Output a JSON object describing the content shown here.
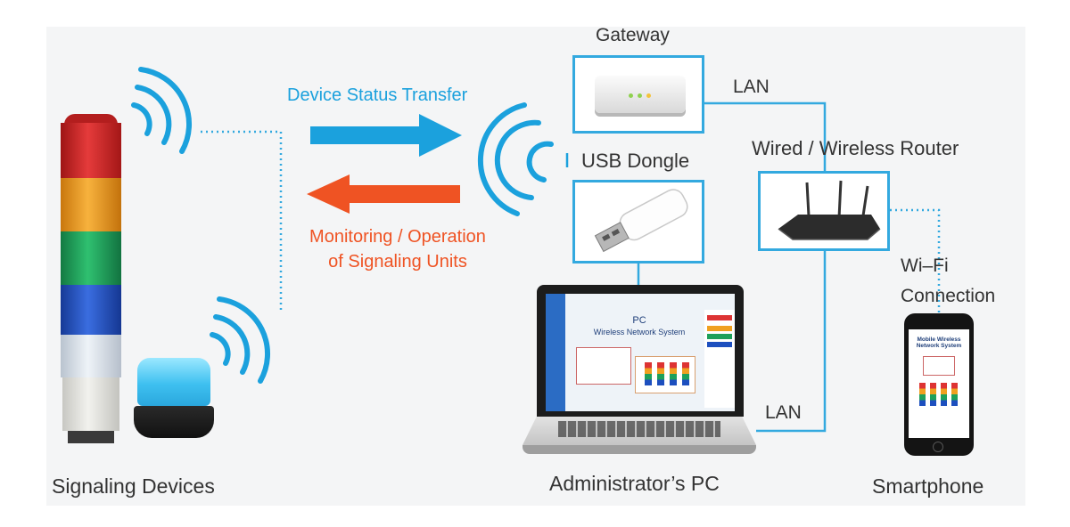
{
  "labels": {
    "gateway": "Gateway",
    "lan_top": "LAN",
    "usb_dongle": "USB Dongle",
    "router": "Wired / Wireless Router",
    "wifi_line1": "Wi–Fi",
    "wifi_line2": "Connection",
    "lan_bottom": "LAN",
    "signaling_devices": "Signaling Devices",
    "admin_pc": "Administrator’s PC",
    "smartphone": "Smartphone"
  },
  "arrows": {
    "status_transfer": "Device Status Transfer",
    "monitoring_line1": "Monitoring / Operation",
    "monitoring_line2": "of Signaling Units"
  },
  "pc_screen": {
    "title1": "PC",
    "title2": "Wireless Network System"
  },
  "phone_screen": {
    "title1": "Mobile Wireless",
    "title2": "Network System"
  },
  "colors": {
    "accent_blue": "#1ba1dd",
    "accent_red": "#ef5323",
    "box_border": "#33a9df",
    "tower": [
      "#d62b2b",
      "#f0a020",
      "#1ea05a",
      "#1d4fbf",
      "#dfe6ee"
    ]
  }
}
